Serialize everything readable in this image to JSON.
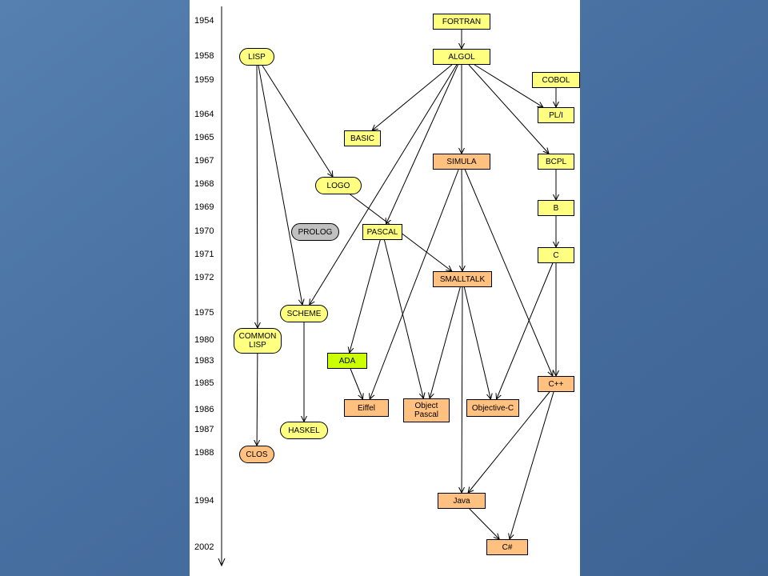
{
  "colors": {
    "background": "#4a73a4",
    "panel": "#ffffff",
    "yellow": "#ffff80",
    "orange": "#ffc080",
    "green": "#ccff00",
    "gray": "#c0c0c0"
  },
  "years": [
    "1954",
    "1958",
    "1959",
    "1964",
    "1965",
    "1967",
    "1968",
    "1969",
    "1970",
    "1971",
    "1972",
    "1975",
    "1980",
    "1983",
    "1985",
    "1986",
    "1987",
    "1988",
    "1994",
    "2002"
  ],
  "nodes": [
    {
      "id": "fortran",
      "label": "FORTRAN",
      "fill": "yellow",
      "shape": "rect"
    },
    {
      "id": "algol",
      "label": "ALGOL",
      "fill": "yellow",
      "shape": "rect"
    },
    {
      "id": "lisp",
      "label": "LISP",
      "fill": "yellow",
      "shape": "round"
    },
    {
      "id": "cobol",
      "label": "COBOL",
      "fill": "yellow",
      "shape": "rect"
    },
    {
      "id": "pli",
      "label": "PL/I",
      "fill": "yellow",
      "shape": "rect"
    },
    {
      "id": "basic",
      "label": "BASIC",
      "fill": "yellow",
      "shape": "rect"
    },
    {
      "id": "simula",
      "label": "SIMULA",
      "fill": "orange",
      "shape": "rect"
    },
    {
      "id": "bcpl",
      "label": "BCPL",
      "fill": "yellow",
      "shape": "rect"
    },
    {
      "id": "logo",
      "label": "LOGO",
      "fill": "yellow",
      "shape": "round"
    },
    {
      "id": "b",
      "label": "B",
      "fill": "yellow",
      "shape": "rect"
    },
    {
      "id": "prolog",
      "label": "PROLOG",
      "fill": "gray",
      "shape": "round"
    },
    {
      "id": "pascal",
      "label": "PASCAL",
      "fill": "yellow",
      "shape": "rect"
    },
    {
      "id": "c",
      "label": "C",
      "fill": "yellow",
      "shape": "rect"
    },
    {
      "id": "smalltalk",
      "label": "SMALLTALK",
      "fill": "orange",
      "shape": "rect"
    },
    {
      "id": "scheme",
      "label": "SCHEME",
      "fill": "yellow",
      "shape": "round"
    },
    {
      "id": "commonlisp",
      "label": "COMMON\nLISP",
      "fill": "yellow",
      "shape": "round"
    },
    {
      "id": "ada",
      "label": "ADA",
      "fill": "green",
      "shape": "rect"
    },
    {
      "id": "cpp",
      "label": "C++",
      "fill": "orange",
      "shape": "rect"
    },
    {
      "id": "eiffel",
      "label": "Eiffel",
      "fill": "orange",
      "shape": "rect"
    },
    {
      "id": "objpascal",
      "label": "Object\nPascal",
      "fill": "orange",
      "shape": "rect"
    },
    {
      "id": "objc",
      "label": "Objective-C",
      "fill": "orange",
      "shape": "rect"
    },
    {
      "id": "haskel",
      "label": "HASKEL",
      "fill": "yellow",
      "shape": "round"
    },
    {
      "id": "clos",
      "label": "CLOS",
      "fill": "orange",
      "shape": "round"
    },
    {
      "id": "java",
      "label": "Java",
      "fill": "orange",
      "shape": "rect"
    },
    {
      "id": "csharp",
      "label": "C#",
      "fill": "orange",
      "shape": "rect"
    }
  ],
  "edges": [
    [
      "fortran",
      "algol"
    ],
    [
      "algol",
      "basic"
    ],
    [
      "algol",
      "simula"
    ],
    [
      "algol",
      "pli"
    ],
    [
      "algol",
      "bcpl"
    ],
    [
      "algol",
      "pascal"
    ],
    [
      "algol",
      "scheme"
    ],
    [
      "cobol",
      "pli"
    ],
    [
      "lisp",
      "logo"
    ],
    [
      "lisp",
      "scheme"
    ],
    [
      "lisp",
      "commonlisp"
    ],
    [
      "bcpl",
      "b"
    ],
    [
      "b",
      "c"
    ],
    [
      "logo",
      "smalltalk"
    ],
    [
      "simula",
      "smalltalk"
    ],
    [
      "simula",
      "eiffel"
    ],
    [
      "simula",
      "cpp"
    ],
    [
      "pascal",
      "ada"
    ],
    [
      "pascal",
      "objpascal"
    ],
    [
      "smalltalk",
      "objpascal"
    ],
    [
      "smalltalk",
      "objc"
    ],
    [
      "smalltalk",
      "java"
    ],
    [
      "c",
      "objc"
    ],
    [
      "c",
      "cpp"
    ],
    [
      "ada",
      "eiffel"
    ],
    [
      "scheme",
      "haskel"
    ],
    [
      "commonlisp",
      "clos"
    ],
    [
      "cpp",
      "java"
    ],
    [
      "cpp",
      "csharp"
    ],
    [
      "java",
      "csharp"
    ]
  ]
}
